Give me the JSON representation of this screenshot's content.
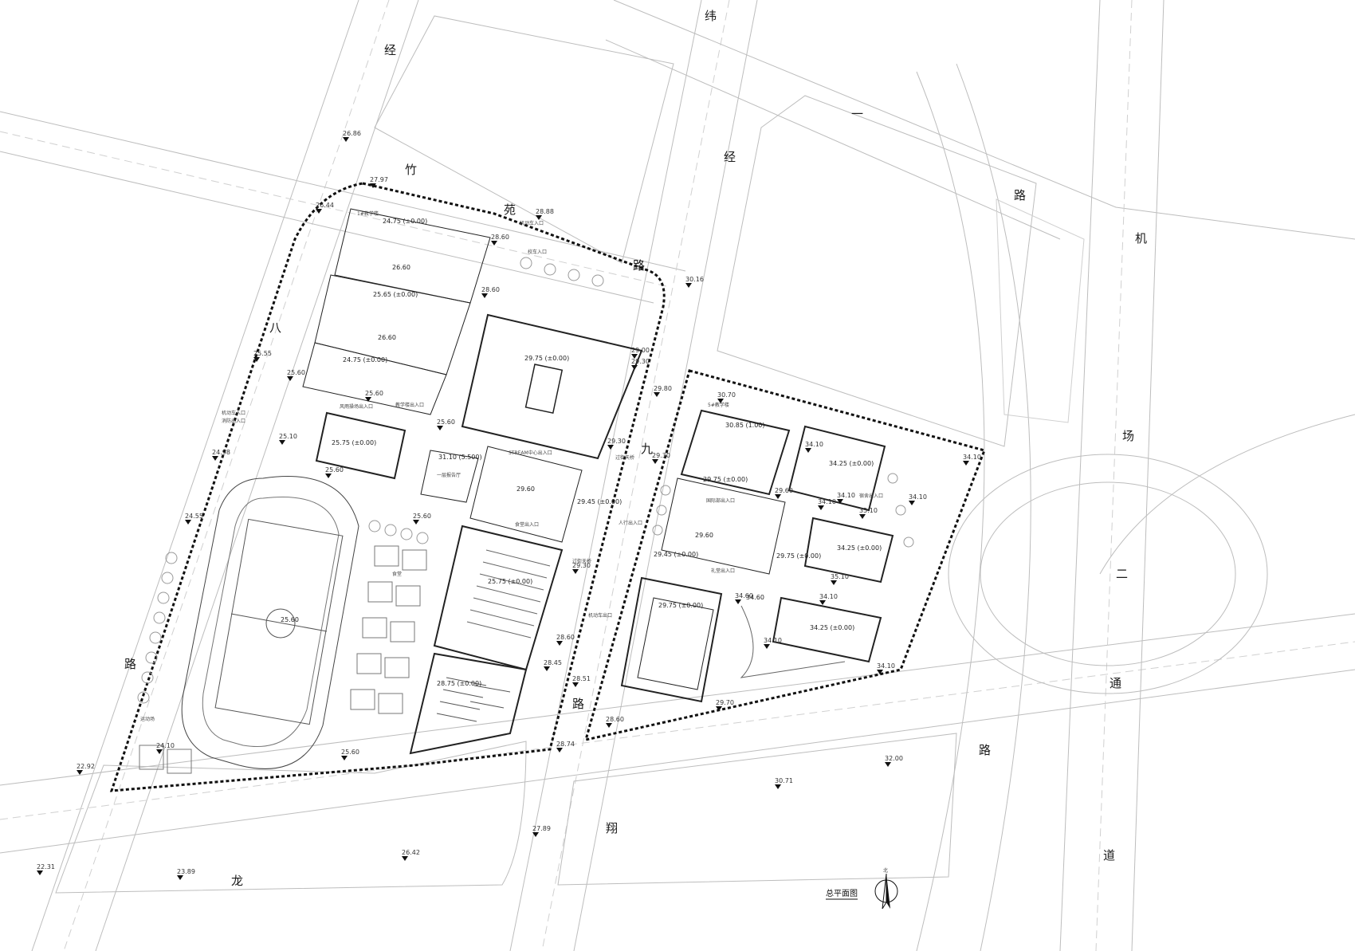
{
  "roads": {
    "wei_vertical": [
      "纬",
      "一",
      "路"
    ],
    "jing8_left": [
      "经"
    ],
    "jing9": [
      "经"
    ],
    "zhuyuan": [
      "竹",
      "苑",
      "路"
    ],
    "bajing": [
      "八",
      "路"
    ],
    "jiu": [
      "九",
      "路"
    ],
    "longxiang": [
      "翔",
      "路",
      "龙"
    ],
    "airport": [
      "机",
      "场",
      "二",
      "通",
      "道"
    ]
  },
  "levels": {
    "l1": "26.86",
    "l2": "27.97",
    "l3": "26.44",
    "l4": "28.88",
    "l5": "28.60",
    "l6": "28.60",
    "l7": "30.16",
    "l8": "25.55",
    "l9": "25.60",
    "l10": "24.98",
    "l11": "25.10",
    "l12": "24.55",
    "l13": "25.60",
    "l14": "25.60",
    "l15": "29.00",
    "l16": "29.80",
    "l17": "30.70",
    "l18": "34.10",
    "l19": "29.30",
    "l20": "29.60",
    "l21": "34.10",
    "l22": "35.10",
    "l23": "35.10",
    "l24": "34.10",
    "l25": "34.10",
    "l26": "29.30",
    "l27": "29.30",
    "l28": "34.10",
    "l29": "28.60",
    "l30": "29.70",
    "l31": "28.51",
    "l32": "28.60",
    "l33": "28.74",
    "l34": "25.60",
    "l35": "24.10",
    "l36": "22.92",
    "l37": "22.31",
    "l38": "23.89",
    "l39": "26.42",
    "l40": "27.89",
    "l41": "30.71",
    "l42": "32.00",
    "l43": "34.10",
    "l44": "25.60",
    "l45": "28.45",
    "l46": "34.10",
    "l47": "34.60",
    "l48": "34.10",
    "l49": "29.30",
    "l50": "25.60"
  },
  "buildings": {
    "b1": "24.75 (±0.00)",
    "b2": "26.60",
    "b3": "25.65 (±0.00)",
    "b4": "26.60",
    "b5": "24.75 (±0.00)",
    "b6": "29.75 (±0.00)",
    "b7": "25.75 (±0.00)",
    "b8": "31.10 (5.500)",
    "b9": "29.60",
    "b10": "29.45 (±0.00)",
    "b11": "25.75 (±0.00)",
    "b12": "28.75 (±0.00)",
    "b13": "30.85 (1.00)",
    "b14": "29.75 (±0.00)",
    "b15": "34.25 (±0.00)",
    "b16": "29.60",
    "b17": "29.45 (±0.00)",
    "b18": "29.75 (±0.00)",
    "b19": "34.25 (±0.00)",
    "b20": "34.25 (±0.00)",
    "b21": "29.75 (±0.00)",
    "b22": "25.60",
    "b23": "34.60"
  },
  "tags": {
    "t1": "机动车入口",
    "t2": "校车入口",
    "t3": "1#教学楼",
    "t4": "教学楼出入口",
    "t5": "食堂出入口",
    "t6": "过街天桥",
    "t7": "国际部出入口",
    "t8": "机动车出口",
    "t9": "宿舍出入口",
    "t10": "礼堂出入口",
    "t11": "STREAM中心出入口",
    "t12": "人行出入口",
    "t13": "机动车入口",
    "t14": "消防出入口",
    "t15": "风雨操场出入口",
    "t16": "运动场",
    "t17": "过街天桥",
    "t18": "一层报告厅",
    "t19": "5#教学楼",
    "t20": "食堂"
  },
  "legend": {
    "plan_title": "总平面图",
    "north_label": "北"
  }
}
